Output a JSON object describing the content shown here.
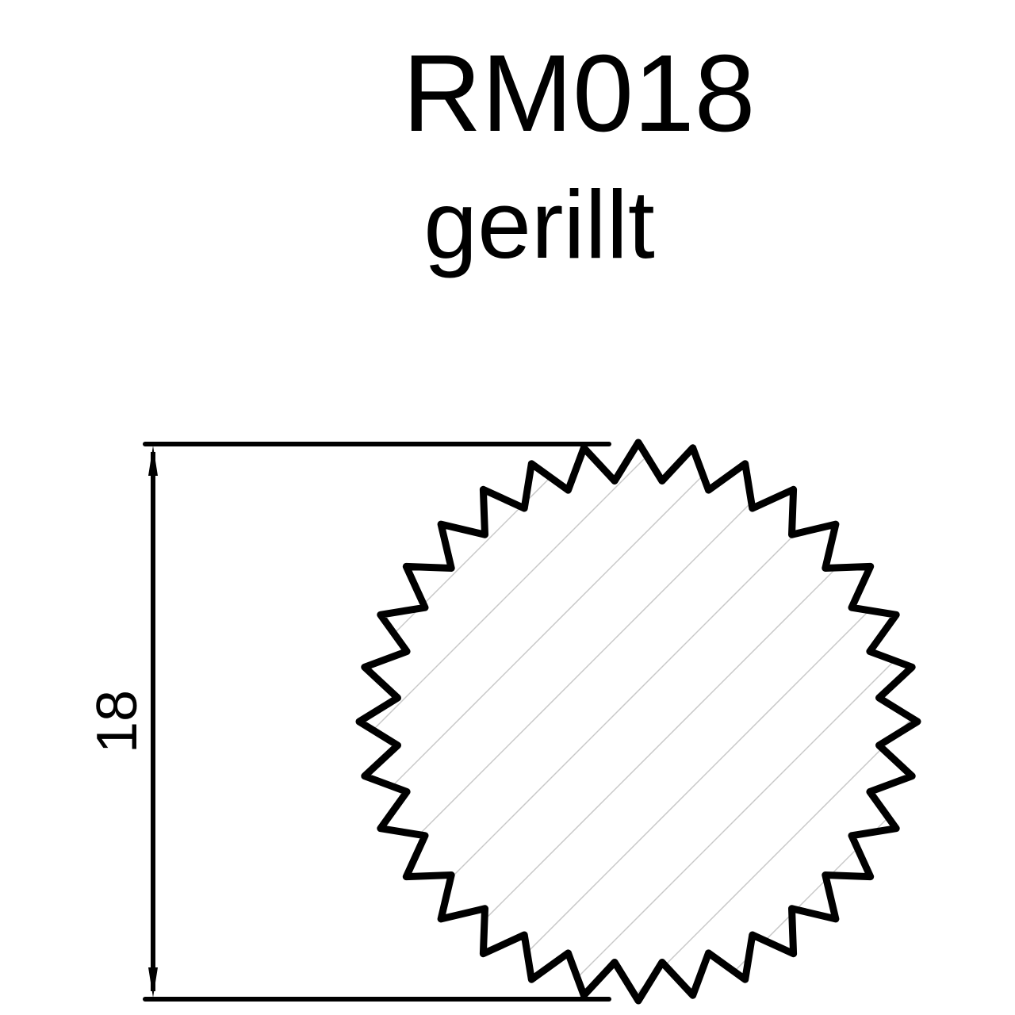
{
  "title": "RM018",
  "subtitle": "gerillt",
  "dimension": {
    "value": "18"
  },
  "profile": {
    "teeth": 32,
    "shape": "serrated-round"
  },
  "colors": {
    "stroke": "#000000",
    "hatch": "#c8c8c8",
    "background": "#ffffff"
  }
}
